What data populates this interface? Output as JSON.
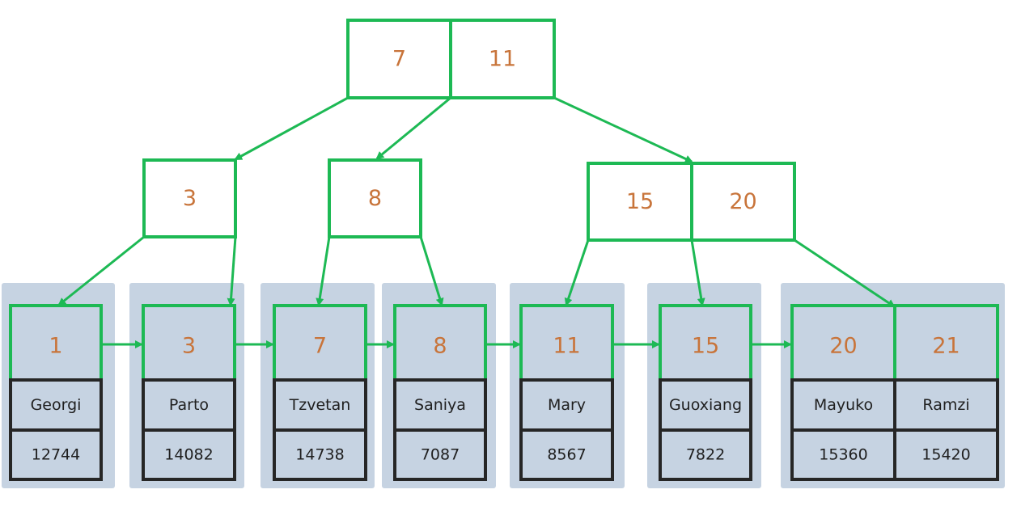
{
  "colors": {
    "node_stroke": "#1db954",
    "key_text": "#c8743a",
    "leaf_panel": "#c6d3e2",
    "record_border": "#262626",
    "record_fill": "#c6d3e2",
    "background": "#ffffff"
  },
  "tree": {
    "root": {
      "keys": [
        "7",
        "11"
      ]
    },
    "internal": [
      {
        "keys": [
          "3"
        ]
      },
      {
        "keys": [
          "8"
        ]
      },
      {
        "keys": [
          "15",
          "20"
        ]
      }
    ],
    "leaves": [
      {
        "keys": [
          "1"
        ],
        "records": [
          {
            "name": "Georgi",
            "value": "12744"
          }
        ]
      },
      {
        "keys": [
          "3"
        ],
        "records": [
          {
            "name": "Parto",
            "value": "14082"
          }
        ]
      },
      {
        "keys": [
          "7"
        ],
        "records": [
          {
            "name": "Tzvetan",
            "value": "14738"
          }
        ]
      },
      {
        "keys": [
          "8"
        ],
        "records": [
          {
            "name": "Saniya",
            "value": "7087"
          }
        ]
      },
      {
        "keys": [
          "11"
        ],
        "records": [
          {
            "name": "Mary",
            "value": "8567"
          }
        ]
      },
      {
        "keys": [
          "15"
        ],
        "records": [
          {
            "name": "Guoxiang",
            "value": "7822"
          }
        ]
      },
      {
        "keys": [
          "20",
          "21"
        ],
        "records": [
          {
            "name": "Mayuko",
            "value": "15360"
          },
          {
            "name": "Ramzi",
            "value": "15420"
          }
        ]
      }
    ]
  }
}
